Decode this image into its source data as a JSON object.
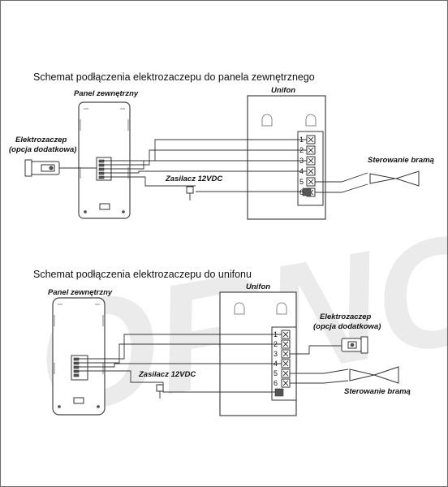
{
  "watermark": "ORNO",
  "diagram_top": {
    "title": "Schemat podłączenia elektrozaczepu do panela zewnętrznego",
    "panel_label": "Panel zewnętrzny",
    "unifon_label": "Unifon",
    "lock_label_line1": "Elektrozaczep",
    "lock_label_line2": "(opcja dodatkowa)",
    "gate_label": "Sterowanie bramą",
    "power_label": "Zasilacz 12VDC",
    "terminals": [
      "1",
      "2",
      "3",
      "4",
      "5",
      "6"
    ]
  },
  "diagram_bottom": {
    "title": "Schemat podłączenia elektrozaczepu do unifonu",
    "panel_label": "Panel zewnętrzny",
    "unifon_label": "Unifon",
    "lock_label_line1": "Elektrozaczep",
    "lock_label_line2": "(opcja dodatkowa)",
    "gate_label": "Sterowanie bramą",
    "power_label": "Zasilacz 12VDC",
    "terminals": [
      "1",
      "2",
      "3",
      "4",
      "5",
      "6"
    ]
  }
}
